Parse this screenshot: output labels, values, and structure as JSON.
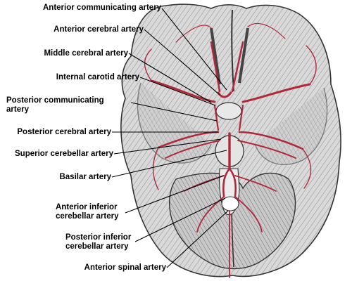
{
  "labels": [
    {
      "id": "acomm",
      "text": "Anterior communicating artery"
    },
    {
      "id": "aca",
      "text": "Anterior cerebral artery"
    },
    {
      "id": "mca",
      "text": "Middle cerebral artery"
    },
    {
      "id": "ica",
      "text": "Internal carotid artery"
    },
    {
      "id": "pcomm",
      "text": "Posterior communicating\nartery"
    },
    {
      "id": "pca",
      "text": "Posterior cerebral artery"
    },
    {
      "id": "sca",
      "text": "Superior cerebellar artery"
    },
    {
      "id": "basilar",
      "text": "Basilar artery"
    },
    {
      "id": "aica",
      "text": "Anterior inferior\ncerebellar artery"
    },
    {
      "id": "pica",
      "text": "Posterior inferior\ncerebellar artery"
    },
    {
      "id": "asa",
      "text": "Anterior spinal artery"
    }
  ],
  "colors": {
    "vessel": "#b0283a",
    "tissue": "#cfcfcf",
    "outline": "#333333"
  }
}
